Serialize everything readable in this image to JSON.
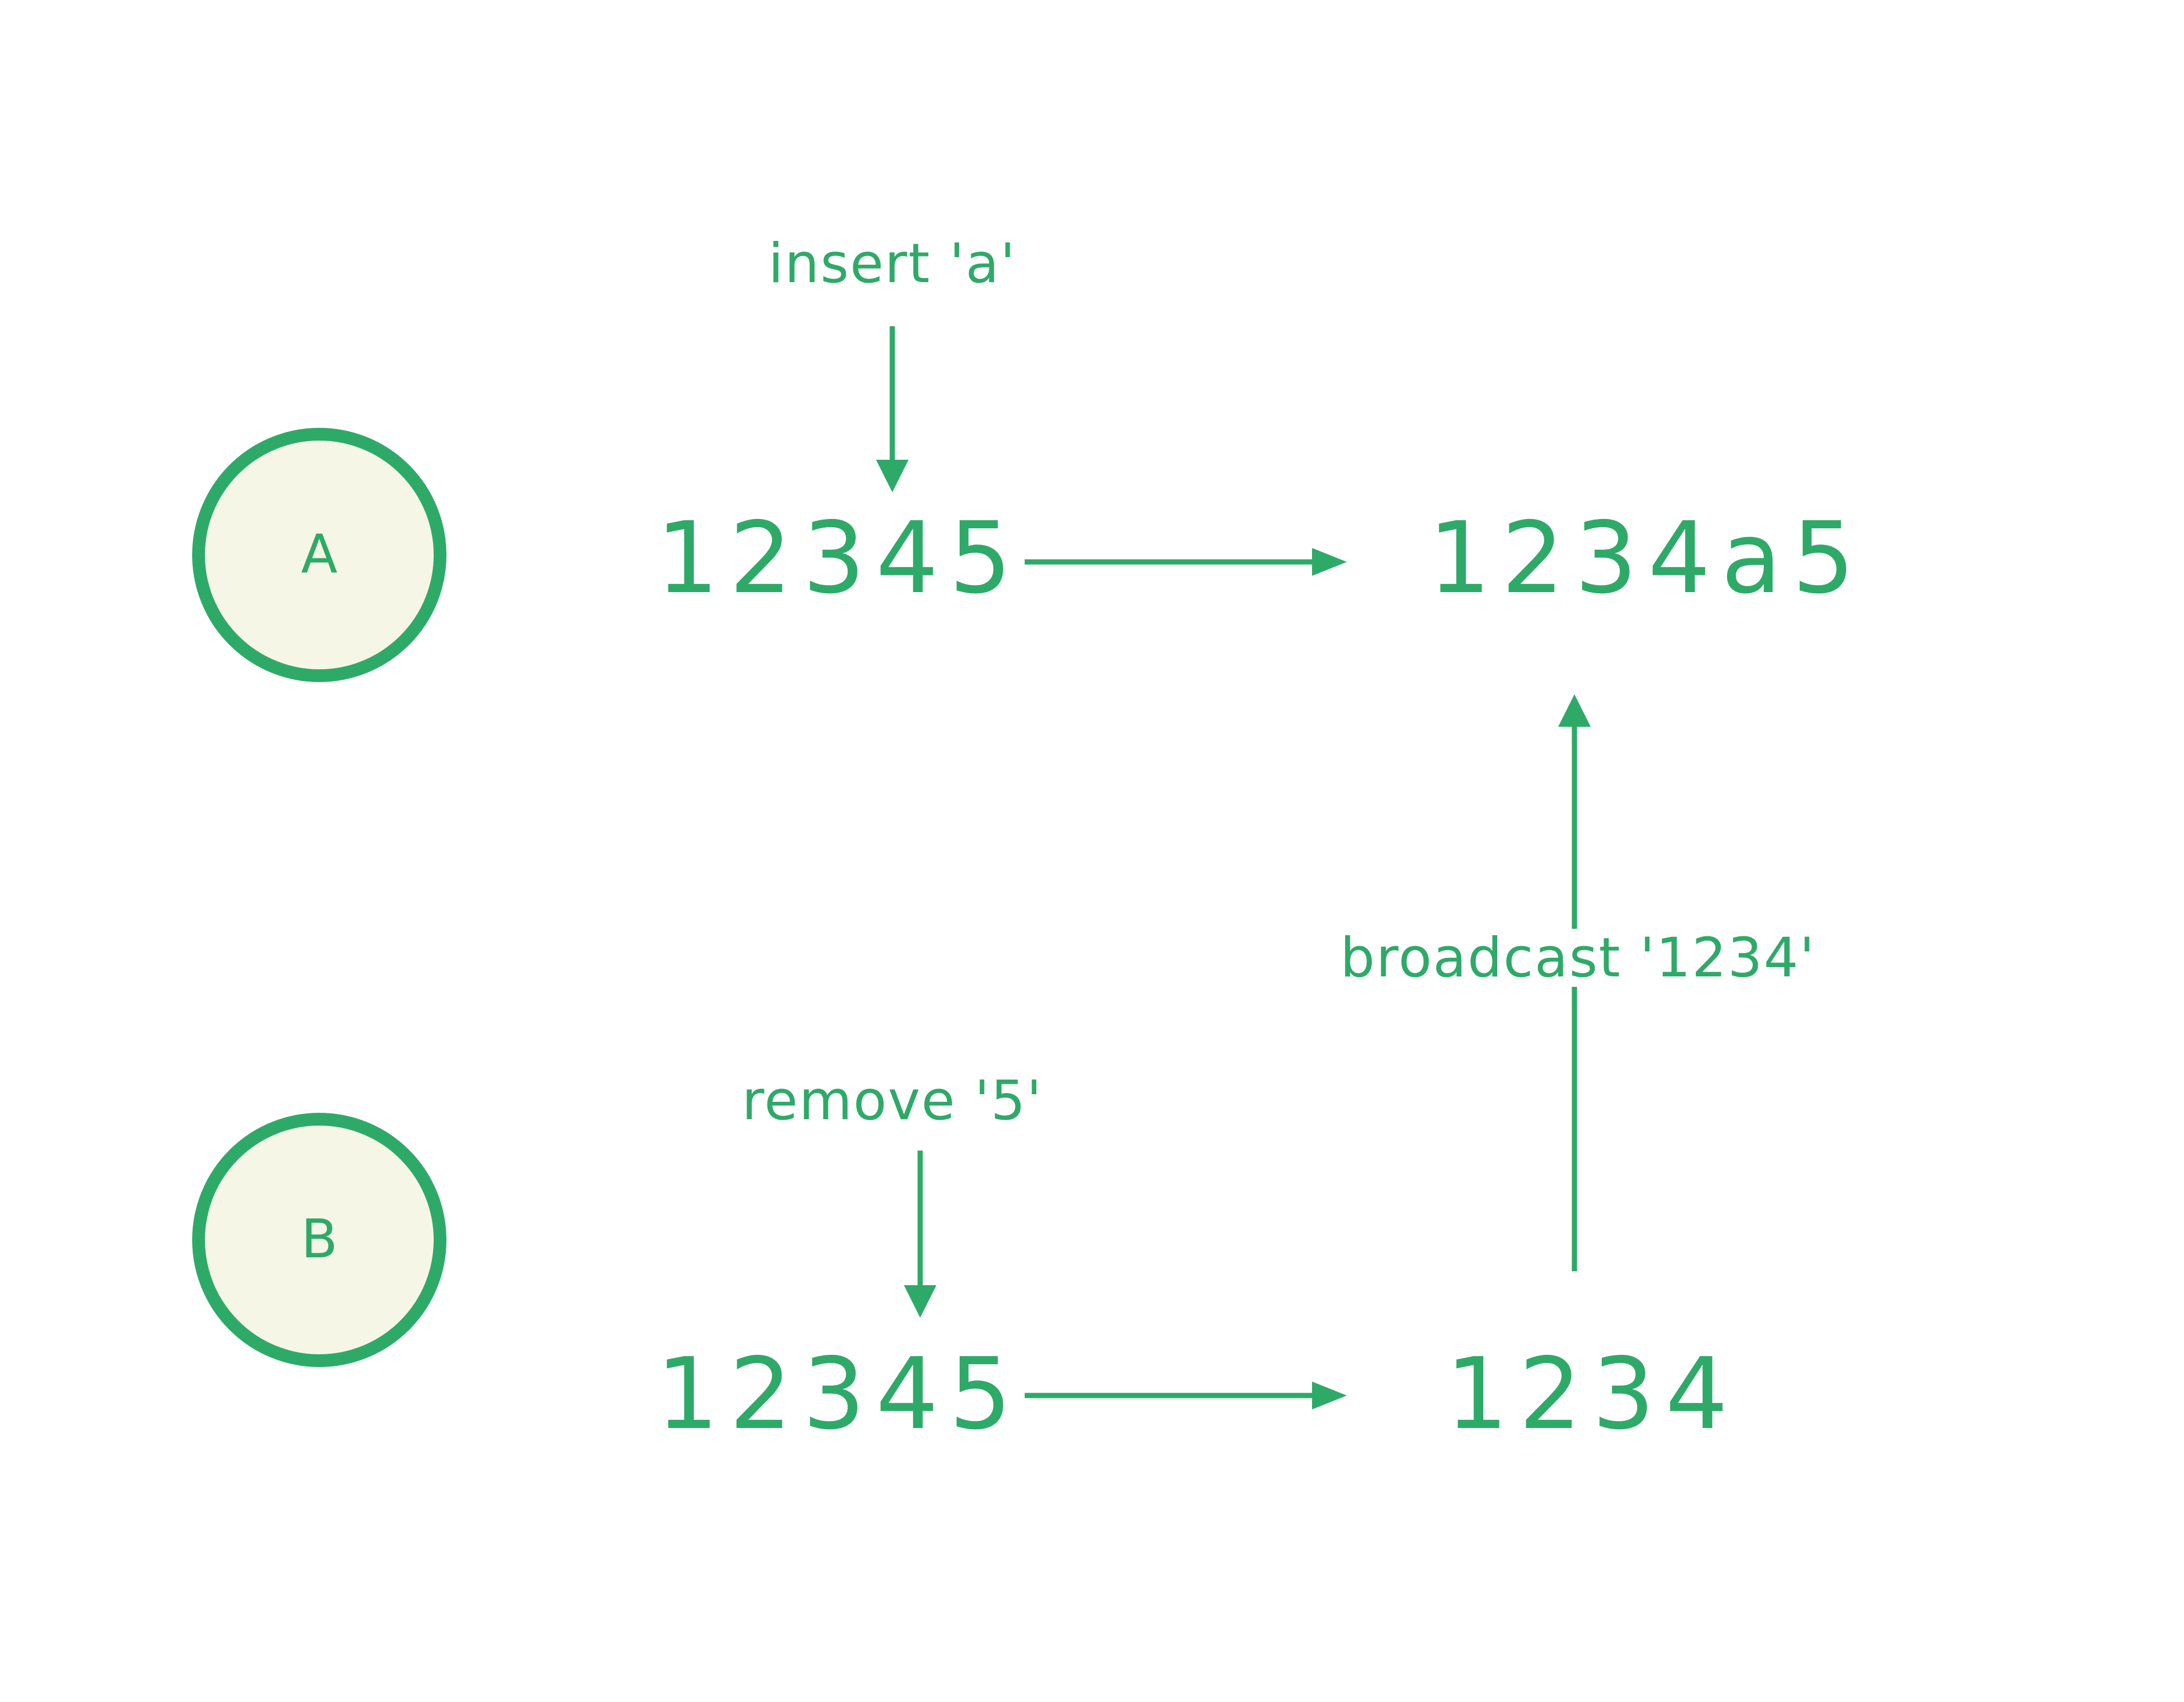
{
  "colors": {
    "accent": "#2eaa68",
    "node_fill": "#f6f6e6",
    "background": "#ffffff"
  },
  "nodes": {
    "a": {
      "label": "A"
    },
    "b": {
      "label": "B"
    }
  },
  "node_a": {
    "operation": "insert 'a'",
    "initial_state": "12345",
    "final_state": "1234a5"
  },
  "node_b": {
    "operation": "remove '5'",
    "initial_state": "12345",
    "final_state": "1234"
  },
  "broadcast": {
    "label": "broadcast '1234'"
  }
}
